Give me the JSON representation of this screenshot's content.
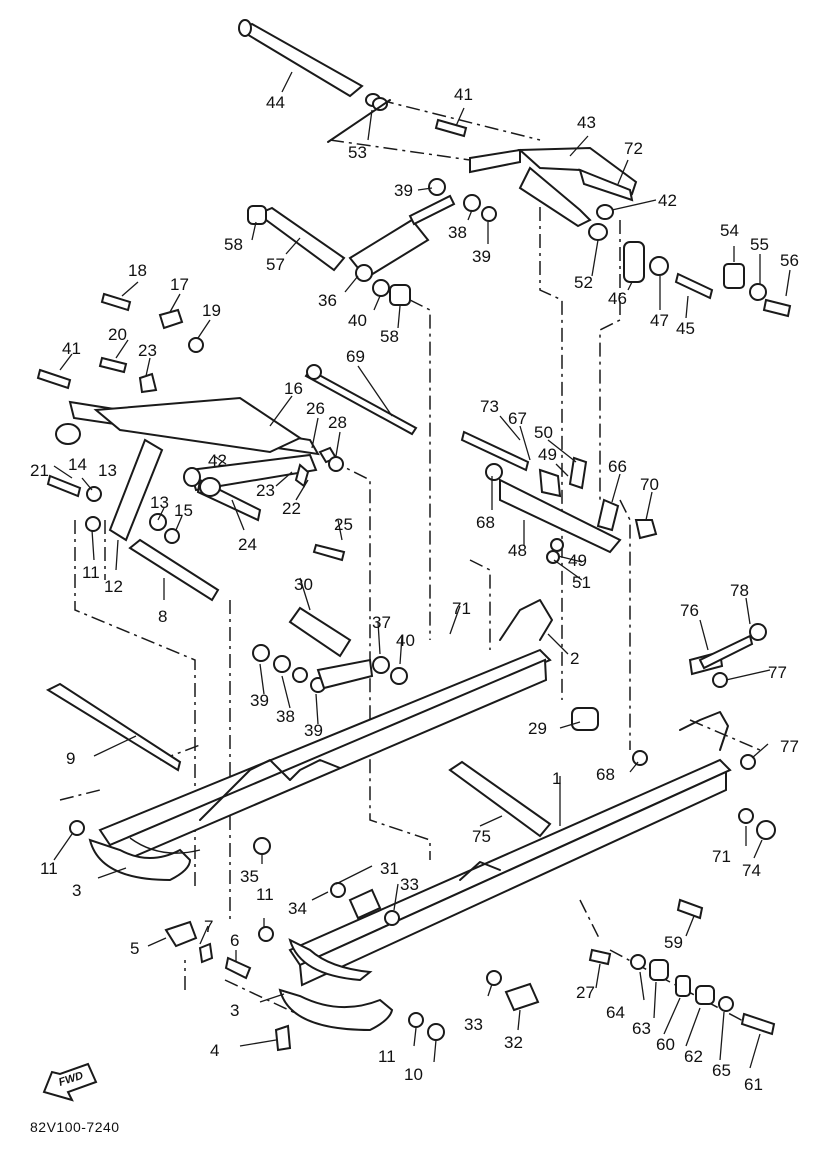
{
  "diagram_code": "82V100-7240",
  "fwd_label": "FWD",
  "callouts": [
    "44",
    "53",
    "41",
    "43",
    "72",
    "39",
    "38",
    "39",
    "42",
    "58",
    "57",
    "36",
    "40",
    "58",
    "54",
    "55",
    "56",
    "52",
    "46",
    "47",
    "45",
    "18",
    "17",
    "19",
    "20",
    "23",
    "41",
    "69",
    "16",
    "26",
    "28",
    "73",
    "67",
    "50",
    "49",
    "66",
    "70",
    "21",
    "14",
    "13",
    "42",
    "23",
    "22",
    "13",
    "15",
    "25",
    "68",
    "48",
    "49",
    "51",
    "11",
    "12",
    "24",
    "8",
    "30",
    "37",
    "40",
    "71",
    "2",
    "76",
    "78",
    "39",
    "38",
    "39",
    "77",
    "9",
    "29",
    "77",
    "68",
    "1",
    "75",
    "71",
    "74",
    "11",
    "3",
    "35",
    "31",
    "34",
    "33",
    "11",
    "59",
    "5",
    "7",
    "6",
    "27",
    "64",
    "63",
    "60",
    "62",
    "65",
    "61",
    "3",
    "33",
    "32",
    "4",
    "11",
    "10"
  ]
}
